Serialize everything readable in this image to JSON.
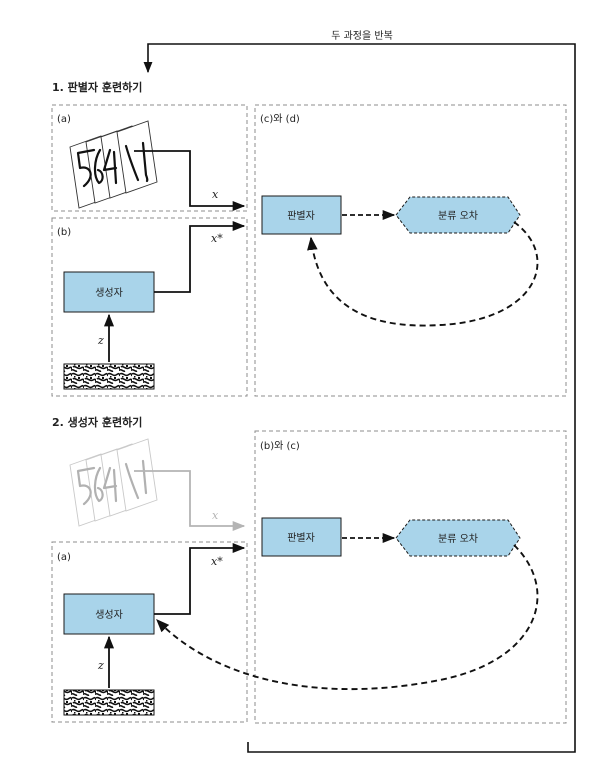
{
  "loop_label": "두 과정을 반복",
  "section1": {
    "title": "1. 판별자 훈련하기",
    "panel_a": "(a)",
    "panel_b": "(b)",
    "panel_cd": "(c)와 (d)",
    "discriminator": "판별자",
    "error": "분류 오차",
    "generator": "생성자",
    "var_x": "x",
    "var_xstar": "x*",
    "var_z": "z"
  },
  "section2": {
    "title": "2. 생성자 훈련하기",
    "panel_a": "(a)",
    "panel_bc": "(b)와 (c)",
    "discriminator": "판별자",
    "error": "분류 오차",
    "generator": "생성자",
    "var_x": "x",
    "var_xstar": "x*",
    "var_z": "z"
  },
  "colors": {
    "box_fill": "#a9d4ea",
    "box_stroke": "#1a1a1a",
    "panel_border": "#8c8c8c",
    "arrow": "#111111",
    "faded": "#b4b4b4"
  },
  "icons": {
    "digit_cards": "handwritten-digit-cards-icon",
    "noise": "random-noise-icon"
  }
}
